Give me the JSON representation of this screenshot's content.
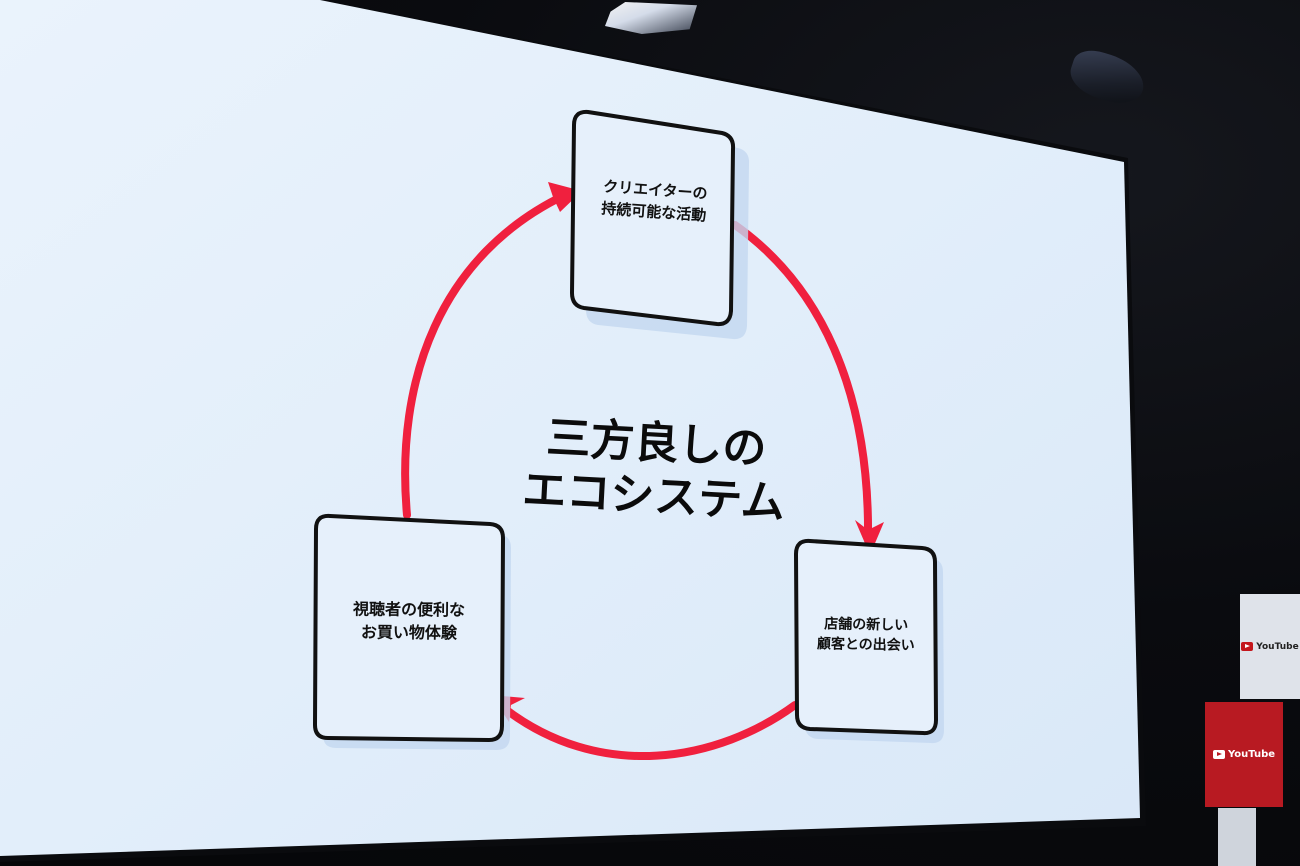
{
  "slide": {
    "title_line1": "三方良しの",
    "title_line2": "エコシステム",
    "nodes": [
      {
        "id": "creator",
        "line1": "クリエイターの",
        "line2": "持続可能な活動"
      },
      {
        "id": "store",
        "line1": "店舗の新しい",
        "line2": "顧客との出会い"
      },
      {
        "id": "viewer",
        "line1": "視聴者の便利な",
        "line2": "お買い物体験"
      }
    ],
    "arrow_color": "#f0203e",
    "background_color": "#e2eefa",
    "border_color": "#111111"
  },
  "venue": {
    "signs": [
      {
        "brand": "YouTube",
        "color": "#dfe3ea"
      },
      {
        "brand": "YouTube",
        "color": "#b81a22"
      }
    ]
  }
}
